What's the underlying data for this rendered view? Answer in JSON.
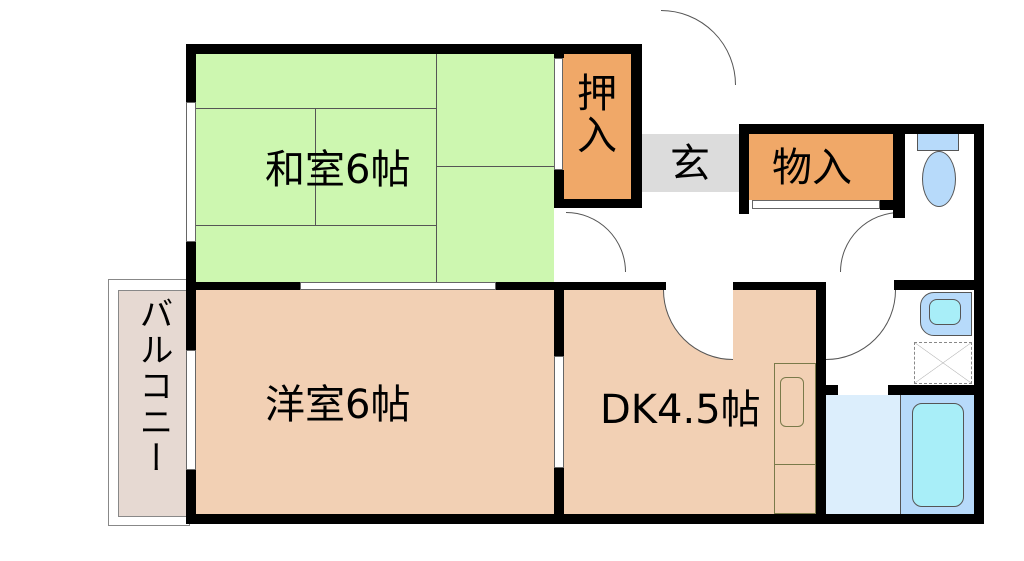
{
  "floor_plan": {
    "type": "1DK apartment layout",
    "colors": {
      "washitsu": "#cdf7b0",
      "youshitsu": "#f2d0b4",
      "dk": "#f2d0b4",
      "storage": "#f0a868",
      "genkan": "#dcdcdc",
      "balcony": "#e6d9d2",
      "bath": "#dceefc",
      "fixture": "#b7dafa",
      "fixture_inner": "#a8eef8",
      "wall": "#000000"
    },
    "rooms": {
      "washitsu": {
        "label": "和室6帖",
        "type": "Japanese-style room",
        "size_jo": 6
      },
      "youshitsu": {
        "label": "洋室6帖",
        "type": "Western-style room",
        "size_jo": 6
      },
      "dk": {
        "label": "DK4.5帖",
        "type": "Dining kitchen",
        "size_jo": 4.5
      },
      "oshiire": {
        "label": "押入",
        "type": "Futon closet"
      },
      "monoire": {
        "label": "物入",
        "type": "Storage"
      },
      "genkan": {
        "label": "玄",
        "type": "Entrance"
      },
      "balcony": {
        "label": "バルコニー",
        "type": "Balcony"
      },
      "toilet": {
        "type": "Toilet"
      },
      "washroom": {
        "type": "Washroom with sink and washer space"
      },
      "bathroom": {
        "type": "Bathroom with tub"
      }
    }
  }
}
